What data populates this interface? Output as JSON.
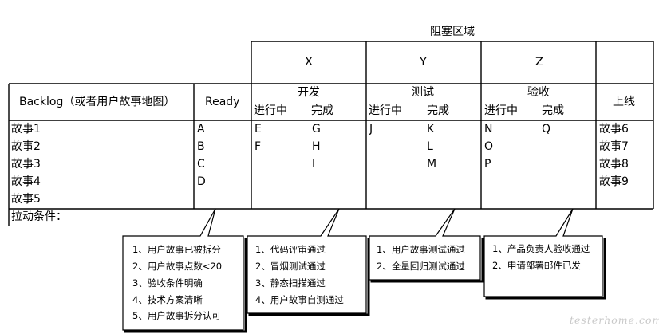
{
  "blocked_zone": "阻塞区域",
  "zones": [
    "X",
    "Y",
    "Z"
  ],
  "headers": {
    "backlog": "Backlog（或者用户故事地图）",
    "ready": "Ready",
    "dev": "开发",
    "test": "测试",
    "accept": "验收",
    "in_progress": "进行中",
    "done": "完成",
    "live": "上线"
  },
  "backlog_items": [
    "故事1",
    "故事2",
    "故事3",
    "故事4",
    "故事5"
  ],
  "ready_items": [
    "A",
    "B",
    "C",
    "D"
  ],
  "dev_in_progress": [
    "E",
    "F"
  ],
  "dev_done": [
    "G",
    "H",
    "I"
  ],
  "test_in_progress": [
    "J"
  ],
  "test_done": [
    "K",
    "L",
    "M"
  ],
  "accept_in_progress": [
    "N",
    "O",
    "P"
  ],
  "accept_done": [
    "Q"
  ],
  "live_items": [
    "故事6",
    "故事7",
    "故事8",
    "故事9"
  ],
  "pull_conditions_label": "拉动条件：",
  "callouts": [
    {
      "items": [
        "1、用户故事已被拆分",
        "2、用户故事点数<20",
        "3、验收条件明确",
        "4、技术方案清晰",
        "5、用户故事拆分认可"
      ]
    },
    {
      "items": [
        "1、代码评审通过",
        "2、冒烟测试通过",
        "3、静态扫描通过",
        "4、用户故事自测通过"
      ]
    },
    {
      "items": [
        "1、用户故事测试通过",
        "2、全量回归测试通过"
      ]
    },
    {
      "items": [
        "1、产品负责人验收通过",
        "2、申请部署邮件已发"
      ]
    }
  ],
  "watermark": "testerhome.com"
}
